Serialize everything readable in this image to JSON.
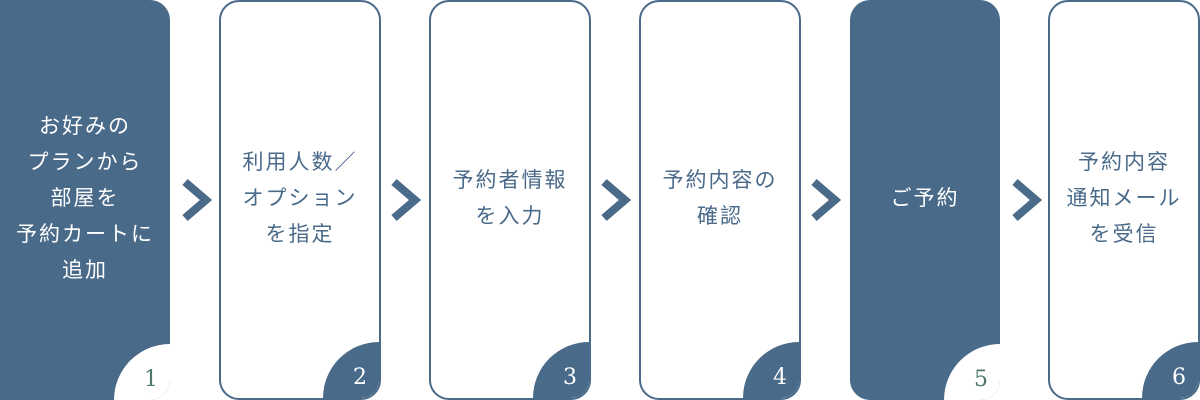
{
  "colors": {
    "primary": "#4a6a8a",
    "badge_text_filled": "#4f7a66",
    "background": "#ffffff"
  },
  "steps": [
    {
      "number": "1",
      "label": "お好みの\nプランから\n部屋を\n予約カートに\n追加",
      "style": "filled"
    },
    {
      "number": "2",
      "label": "利用人数／\nオプション\nを指定",
      "style": "outline"
    },
    {
      "number": "3",
      "label": "予約者情報\nを入力",
      "style": "outline"
    },
    {
      "number": "4",
      "label": "予約内容の\n確認",
      "style": "outline"
    },
    {
      "number": "5",
      "label": "ご予約",
      "style": "filled"
    },
    {
      "number": "6",
      "label": "予約内容\n通知メール\nを受信",
      "style": "outline"
    }
  ],
  "connector_icon": "chevron-right-icon"
}
